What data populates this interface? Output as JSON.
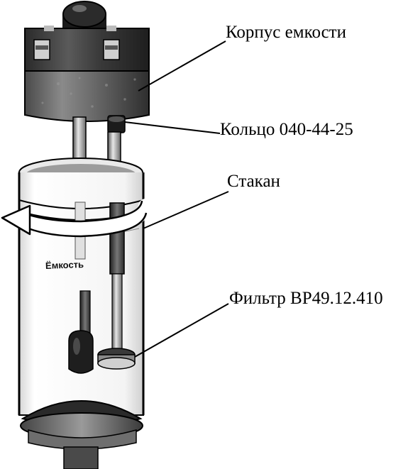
{
  "labels": {
    "housing": "Корпус емкости",
    "ring": "Кольцо 040-44-25",
    "cup": "Стакан",
    "filter": "Фильтр ВР49.12.410"
  },
  "engraving": "Ёмкость",
  "icons": {
    "rotation": "rotate-arrow-icon"
  },
  "colors": {
    "ink": "#000000",
    "metal_dark": "#3a3a3a",
    "metal_mid": "#7a7a7a",
    "metal_light": "#d8d8d8",
    "paper": "#ffffff"
  }
}
